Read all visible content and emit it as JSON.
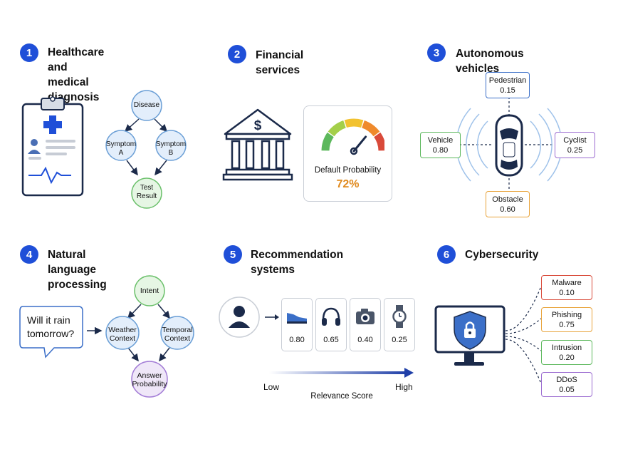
{
  "panels": {
    "p1": {
      "number": "1",
      "title_line1": "Healthcare and",
      "title_line2": "medical diagnosis",
      "nodes": {
        "disease": "Disease",
        "symptom_a_line1": "Symptom",
        "symptom_a_line2": "A",
        "symptom_b_line1": "Symptom",
        "symptom_b_line2": "B",
        "test_line1": "Test",
        "test_line2": "Result"
      },
      "icon": "medical-clipboard-icon"
    },
    "p2": {
      "number": "2",
      "title": "Financial services",
      "gauge_label": "Default Probability",
      "gauge_value": "72%",
      "gauge_fraction": 0.72,
      "icon": "bank-icon"
    },
    "p3": {
      "number": "3",
      "title": "Autonomous vehicles",
      "detections": {
        "pedestrian": {
          "label": "Pedestrian",
          "value": "0.15"
        },
        "vehicle": {
          "label": "Vehicle",
          "value": "0.80"
        },
        "cyclist": {
          "label": "Cyclist",
          "value": "0.25"
        },
        "obstacle": {
          "label": "Obstacle",
          "value": "0.60"
        }
      },
      "icon": "car-icon"
    },
    "p4": {
      "number": "4",
      "title": "Natural language processing",
      "question_line1": "Will it rain",
      "question_line2": "tomorrow?",
      "nodes": {
        "intent": "Intent",
        "weather_line1": "Weather",
        "weather_line2": "Context",
        "temporal_line1": "Temporal",
        "temporal_line2": "Context",
        "answer_line1": "Answer",
        "answer_line2": "Probability"
      }
    },
    "p5": {
      "number": "5",
      "title": "Recommendation systems",
      "items": [
        {
          "icon": "sneaker-icon",
          "score": "0.80"
        },
        {
          "icon": "headphones-icon",
          "score": "0.65"
        },
        {
          "icon": "camera-icon",
          "score": "0.40"
        },
        {
          "icon": "watch-icon",
          "score": "0.25"
        }
      ],
      "axis_low": "Low",
      "axis_high": "High",
      "axis_label": "Relevance Score",
      "icon": "user-icon"
    },
    "p6": {
      "number": "6",
      "title": "Cybersecurity",
      "threats": [
        {
          "label": "Malware",
          "value": "0.10"
        },
        {
          "label": "Phishing",
          "value": "0.75"
        },
        {
          "label": "Intrusion",
          "value": "0.20"
        },
        {
          "label": "DDoS",
          "value": "0.05"
        }
      ],
      "icon": "monitor-shield-lock-icon"
    }
  },
  "colors": {
    "accent": "#1f4fd8",
    "navy": "#1b2a4a",
    "node_blue_fill": "#e3eefb",
    "node_blue_stroke": "#6b9fd6",
    "node_green_fill": "#e6f6e4",
    "node_green_stroke": "#6ac06a",
    "node_purple_fill": "#efe7f8",
    "node_purple_stroke": "#a27bd6",
    "gauge_value": "#e08a1e",
    "red": "#d94a3a",
    "orange": "#e8a33a",
    "green": "#5cb85c",
    "purple": "#9b6bd0"
  }
}
